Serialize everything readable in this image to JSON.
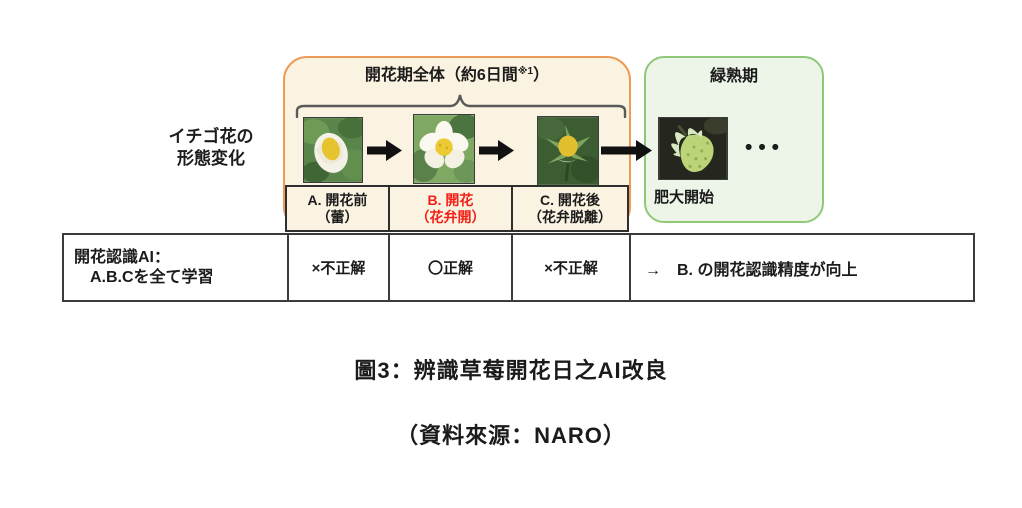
{
  "diagram": {
    "morphology_label": {
      "line1": "イチゴ花の",
      "line2": "形態変化"
    },
    "flowering_period_box": {
      "title_main": "開花期全体（約6日間",
      "title_sup": "※1",
      "title_close": "）",
      "border_color": "#ED9B57",
      "fill_color": "#FBF3E2"
    },
    "green_ripening_box": {
      "title": "緑熟期",
      "border_color": "#8FC878",
      "fill_color": "#EDF5E8",
      "photo_caption": "肥大開始",
      "ellipsis": "•••"
    },
    "stages": [
      {
        "key": "A",
        "label_line1": "A. 開花前",
        "label_line2": "（蕾）",
        "label_color": "#1b1b1b"
      },
      {
        "key": "B",
        "label_line1": "B. 開花",
        "label_line2": "（花弁開）",
        "label_color": "#F32017"
      },
      {
        "key": "C",
        "label_line1": "C. 開花後",
        "label_line2": "（花弁脱離）",
        "label_color": "#1b1b1b"
      }
    ]
  },
  "table": {
    "row_header_line1": "開花認識AI：",
    "row_header_line2": "A.B.Cを全て学習",
    "results": [
      "×不正解",
      "〇正解",
      "×不正解"
    ],
    "conclusion": "→　B. の開花認識精度が向上"
  },
  "captions": {
    "figure_title": "圖3：辨識草莓開花日之AI改良",
    "source": "（資料來源：NARO）"
  }
}
